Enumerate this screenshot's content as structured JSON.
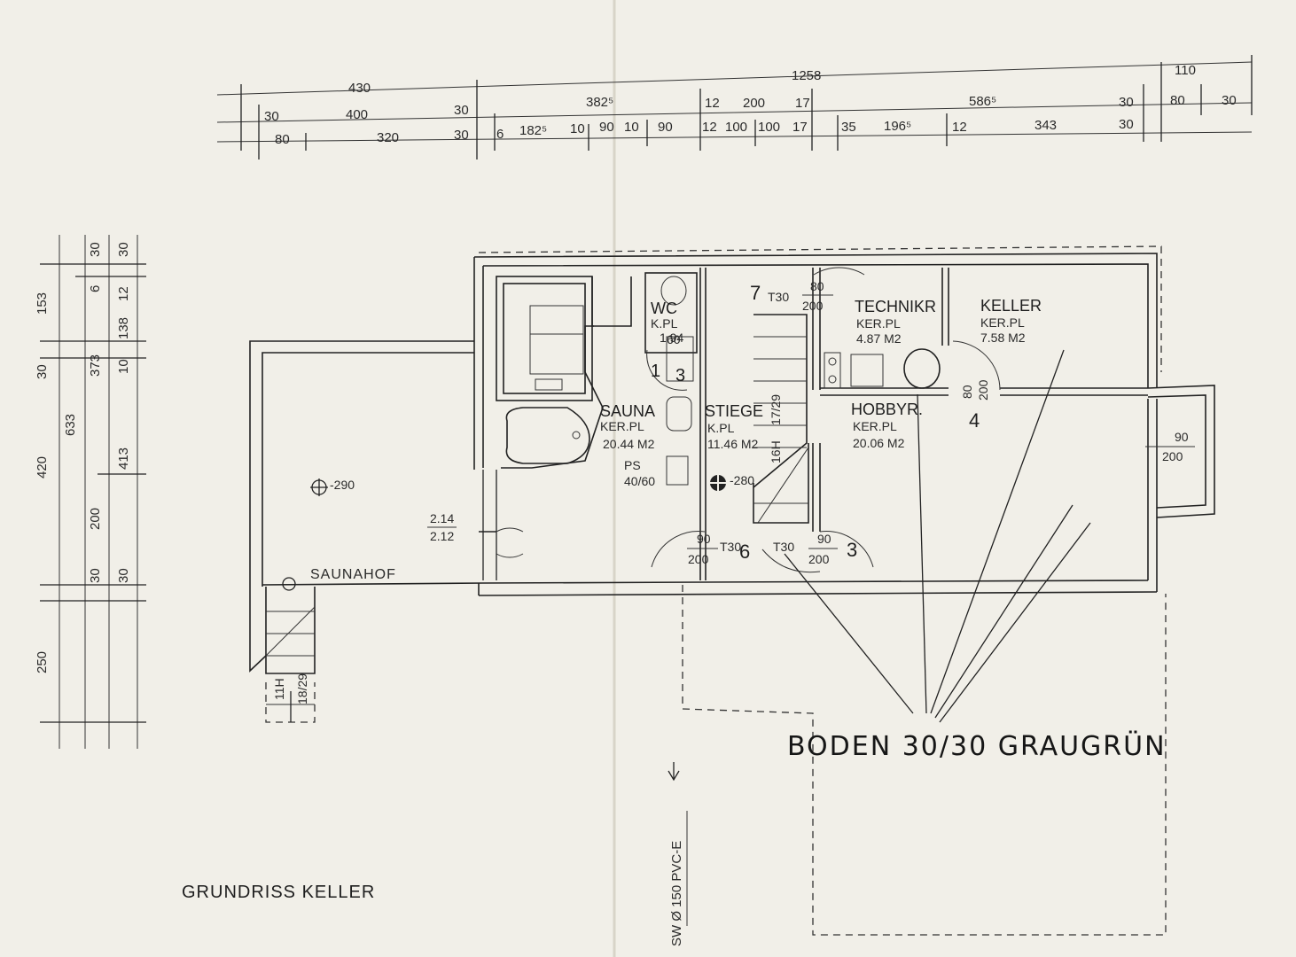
{
  "title": "GRUNDRISS KELLER",
  "dims_top": {
    "row1": [
      "430",
      "1258",
      "110"
    ],
    "row2": [
      "30",
      "400",
      "30",
      "382⁵",
      "12",
      "200",
      "17",
      "586⁵",
      "30",
      "80",
      "30"
    ],
    "row3": [
      "80",
      "320",
      "30",
      "6",
      "182⁵",
      "10",
      "90",
      "10",
      "90",
      "12",
      "100",
      "100",
      "17",
      "35",
      "196⁵",
      "12",
      "343",
      "30"
    ]
  },
  "dims_left": {
    "col1": [
      "153",
      "30",
      "420",
      "250"
    ],
    "col2": [
      "633"
    ],
    "col3": [
      "30",
      "6",
      "373",
      "200",
      "30"
    ],
    "col4": [
      "30",
      "12",
      "138",
      "10",
      "413",
      "30"
    ]
  },
  "rooms": {
    "wc": {
      "name": "WC",
      "floor": "K.PL",
      "area": "1.94"
    },
    "sauna": {
      "name": "SAUNA",
      "floor": "KER.PL",
      "area": "20.44 M2"
    },
    "stiege": {
      "name": "STIEGE",
      "floor": "K.PL",
      "area": "11.46 M2"
    },
    "technik": {
      "name": "TECHNIKR",
      "floor": "KER.PL",
      "area": "4.87 M2"
    },
    "keller": {
      "name": "KELLER",
      "floor": "KER.PL",
      "area": "7.58 M2"
    },
    "hobby": {
      "name": "HOBBYR.",
      "floor": "KER.PL",
      "area": "20.06 M2"
    },
    "saunahof": {
      "name": "SAUNAHOF"
    }
  },
  "labels": {
    "level_saunahof": "-290",
    "level_stiege": "-280",
    "ps_label": "PS",
    "ps_size": "40/60",
    "win_214": "2.14",
    "win_212": "2.12",
    "stair_steps_outside": "11H",
    "stair_ratio_outside": "18/29",
    "stair_steps_inside": "16H",
    "stair_ratio_inside": "17/29",
    "door_7_num": "7",
    "door_7_type": "T30",
    "door_7_w": "80",
    "door_7_h": "200",
    "door_wc_w": "60",
    "door_wc_num": "1",
    "door_wc_mark": "3",
    "door_keller_w": "80",
    "door_keller_h": "200",
    "door_keller_num": "4",
    "door_right_w": "90",
    "door_right_h": "200",
    "door_6_w": "90",
    "door_6_h": "200",
    "door_6_type": "T30",
    "door_6_num": "6",
    "door_3_type": "T30",
    "door_3_w": "90",
    "door_3_h": "200",
    "door_3_num": "3",
    "drain": "SW Ø 150 PVC-E"
  },
  "annotation": "BODEN 30/30 GRAUGRÜN"
}
